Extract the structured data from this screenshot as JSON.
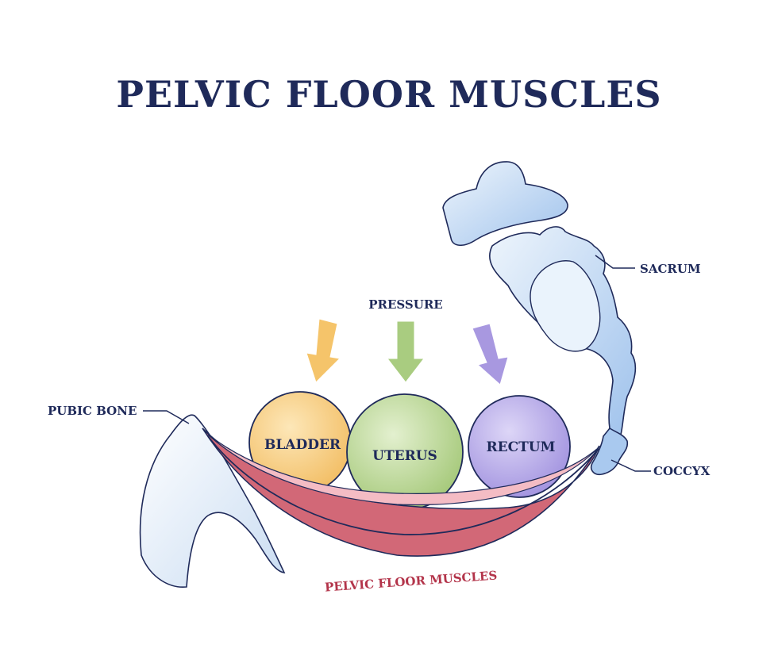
{
  "title": "PELVIC FLOOR MUSCLES",
  "labels": {
    "pressure": "PRESSURE",
    "bladder": "BLADDER",
    "uterus": "UTERUS",
    "rectum": "RECTUM",
    "pubic_bone": "PUBIC BONE",
    "sacrum": "SACRUM",
    "coccyx": "COCCYX",
    "muscles": "PELVIC FLOOR MUSCLES"
  },
  "colors": {
    "outline": "#1f2a5a",
    "bladder": "#f5c97a",
    "uterus": "#b8d58f",
    "rectum": "#b3a6e6",
    "arrow_bladder": "#f5c46a",
    "arrow_uterus": "#a9cc80",
    "arrow_rectum": "#a898e0",
    "bone": "#d6e4f3",
    "bone_dark": "#8fb4e6",
    "muscle": "#cf6676",
    "muscle_light": "#f2b3bc"
  }
}
